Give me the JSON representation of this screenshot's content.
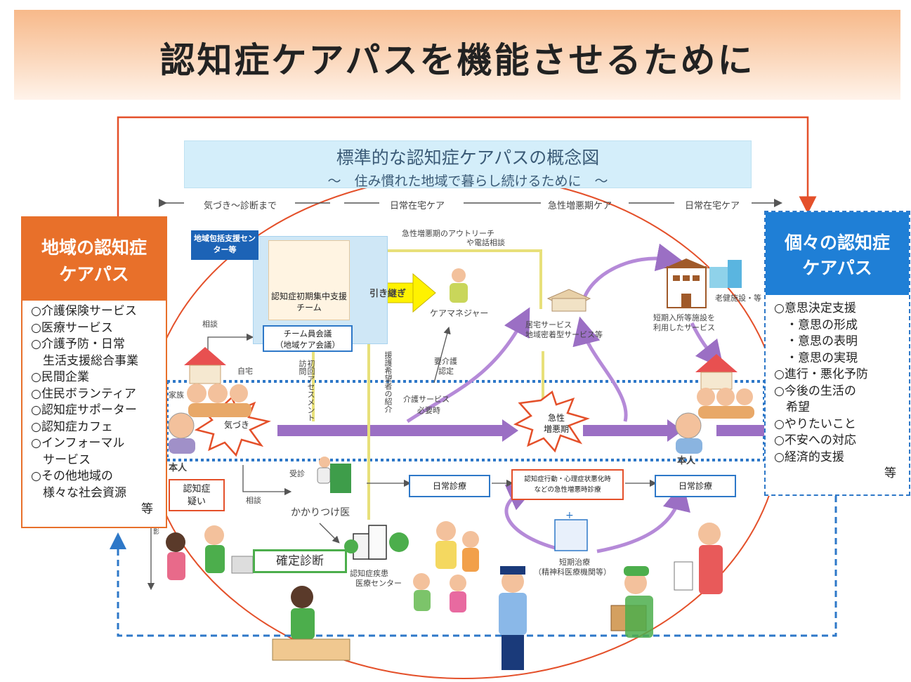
{
  "title": "認知症ケアパスを機能させるために",
  "concept": {
    "title": "標準的な認知症ケアパスの概念図",
    "subtitle": "～　住み慣れた地域で暮らし続けるために　～"
  },
  "phases": [
    "気づき～診断まで",
    "日常在宅ケア",
    "急性増悪期ケア",
    "日常在宅ケア"
  ],
  "left_box": {
    "title_line1": "地域の認知症",
    "title_line2": "ケアパス",
    "items": [
      "○介護保険サービス",
      "○医療サービス",
      "○介護予防・日常",
      "　生活支援総合事業",
      "○民間企業",
      "○住民ボランティア",
      "○認知症サポーター",
      "○認知症カフェ",
      "○インフォーマル",
      "　サービス",
      "○その他地域の",
      "　様々な社会資源"
    ],
    "etc": "等"
  },
  "right_box": {
    "title_line1": "個々の認知症",
    "title_line2": "ケアパス",
    "items": [
      "○意思決定支援",
      "　・意思の形成",
      "　・意思の表明",
      "　・意思の実現",
      "○進行・悪化予防",
      "○今後の生活の",
      "　希望",
      "○やりたいこと",
      "○不安への対応",
      "○経済的支援"
    ],
    "etc": "等"
  },
  "labels": {
    "center_label": "地域包括支援センター等",
    "team": "認知症初期集中支援チーム",
    "team_meeting_1": "チーム員会議",
    "team_meeting_2": "（地域ケア会議）",
    "handover": "引き継ぎ",
    "care_manager": "ケアマネジャー",
    "outreach_1": "急性増悪期のアウトリーチ",
    "outreach_2": "や電話相談",
    "home_service_1": "居宅サービス",
    "home_service_2": "地域密着型サービス等",
    "short_stay_1": "短期入所等施設を",
    "short_stay_2": "利用したサービス",
    "facility": "老健施設・等",
    "consult": "相談",
    "home": "自宅",
    "family": "家族",
    "assessment": "初回アセスメント訪問",
    "intro": "援護希望者の紹介",
    "care_cert_1": "要介護",
    "care_cert_2": "認定",
    "service_need_1": "介護サービス",
    "service_need_2": "必要時",
    "notice": "気づき",
    "acute_1": "急性",
    "acute_2": "増悪期",
    "person_left": "本人",
    "person_right": "本人",
    "suspect_1": "認知症",
    "suspect_2": "疑い",
    "consult_2": "相談",
    "visit": "受診",
    "family_doctor": "かかりつけ医",
    "daily_care_1": "日常診療",
    "bpsd_1": "認知症行動・心理症状悪化時",
    "bpsd_2": "などの急性増悪時診療",
    "daily_care_2": "日常診療",
    "diagnosis": "確定診断",
    "medical_center_1": "認知症疾患",
    "medical_center_2": "医療センター",
    "short_treatment_1": "短期治療",
    "short_treatment_2": "（精神科医療機関等）",
    "corner": "影"
  },
  "colors": {
    "orange": "#e8702a",
    "blue": "#1f7fd6",
    "purple": "#9b6fc4",
    "green": "#4cae4c",
    "red_line": "#e4502a"
  }
}
